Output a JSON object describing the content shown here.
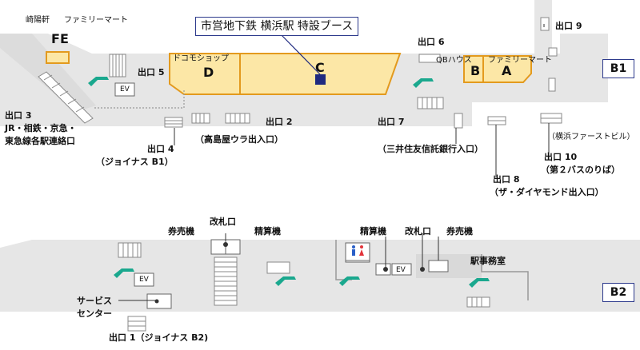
{
  "b1": {
    "level": "B1",
    "callout": "市営地下鉄 横浜駅 特設ブース",
    "shops": {
      "shiumai": "崎陽軒",
      "famima_fe": "ファミリーマート",
      "f": "F",
      "e": "E",
      "docomo": "ドコモショップ",
      "d": "D",
      "c": "C",
      "qb": "QBハウス",
      "famima_a": "ファミリーマート",
      "b": "B",
      "a": "A"
    },
    "ev": "EV",
    "exits": {
      "exit9": "出口 9",
      "exit6": "出口 6",
      "exit5": "出口 5",
      "exit3_line1": "出口 3",
      "exit3_line2": "JR・相鉄・京急・",
      "exit3_line3": "東急線各駅連絡口",
      "exit2": "出口 2",
      "exit7": "出口 7",
      "exit4_line1": "出口 4",
      "exit4_line2": "（ジョイナス B1）",
      "takashimaya": "（高島屋ウラ出入口）",
      "mitsui": "（三井住友信託銀行入口）",
      "exit8_line1": "出口 8",
      "exit8_line2": "（ザ・ダイヤモンド出入口）",
      "firstbuild": "（横浜ファーストビル）",
      "exit10_line1": "出口 10",
      "exit10_line2": "（第２バスのりば）"
    }
  },
  "b2": {
    "level": "B2",
    "ev_left": "EV",
    "ev_right": "EV",
    "ticket_left": "券売機",
    "gate_left": "改札口",
    "fare_left": "精算機",
    "fare_right": "精算機",
    "gate_right": "改札口",
    "ticket_right": "券売機",
    "office": "駅事務室",
    "service_line1": "サービス",
    "service_line2": "センター",
    "exit1": "出口 1（ジョイナス B2)"
  },
  "colors": {
    "floor": "#e6e6e6",
    "shop_fill": "#fce7a6",
    "shop_border": "#e39a1e",
    "escalator": "#1aa88e",
    "accent": "#2d3a8c",
    "restroom_male": "#2a5fc7",
    "restroom_female": "#e2343a"
  },
  "icons": [
    "escalator-icon",
    "stairs-icon",
    "elevator-icon",
    "restroom-icon",
    "booth-marker-icon"
  ]
}
